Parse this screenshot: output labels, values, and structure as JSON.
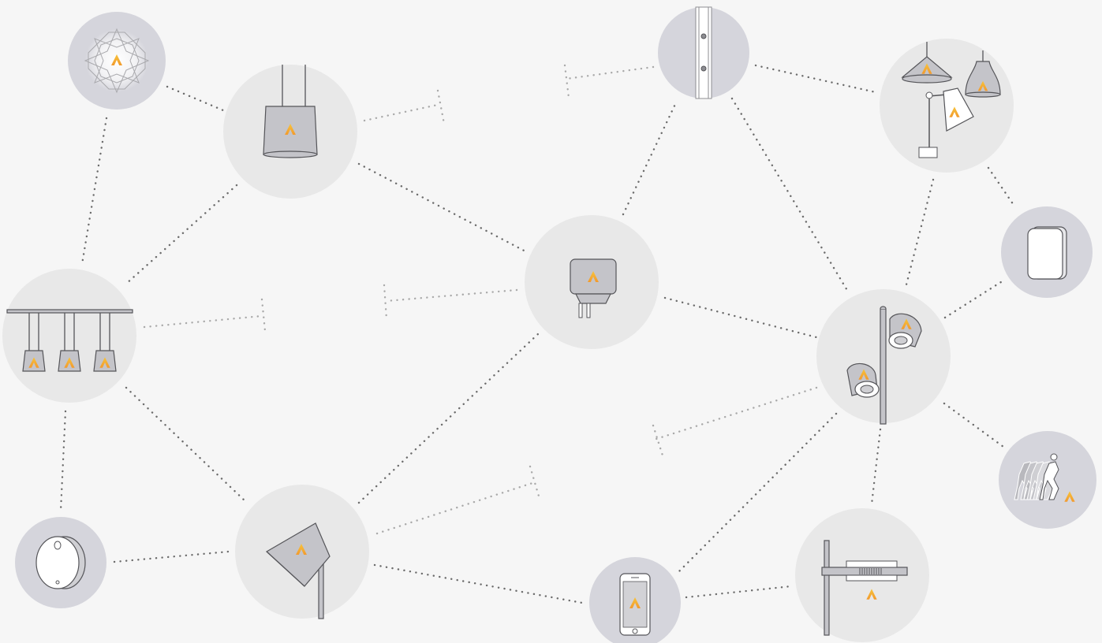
{
  "diagram": {
    "colors": {
      "background": "#f6f6f6",
      "node_light": "#e8e8e8",
      "node_dark": "#d5d5dc",
      "line_solid": "#6b6b6b",
      "line_faint": "#a9a9a9",
      "device_gray": "#c4c4c9",
      "device_stroke": "#555559",
      "brand_orange": "#f29a2e",
      "brand_yellow": "#f7c33b"
    },
    "nodes": [
      {
        "id": "flower-lamp",
        "icon": "flower-lamp-icon",
        "tone": "dark"
      },
      {
        "id": "pendant-lamp",
        "icon": "pendant-lamp-icon",
        "tone": "light"
      },
      {
        "id": "bar-pendant-lamps",
        "icon": "bar-pendant-lamps-icon",
        "tone": "light"
      },
      {
        "id": "smoke-detector",
        "icon": "smoke-detector-icon",
        "tone": "dark"
      },
      {
        "id": "floor-lamp",
        "icon": "floor-lamp-icon",
        "tone": "light"
      },
      {
        "id": "plug-gateway",
        "icon": "plug-gateway-icon",
        "tone": "light"
      },
      {
        "id": "wall-rail",
        "icon": "wall-rail-icon",
        "tone": "dark"
      },
      {
        "id": "lamp-collection",
        "icon": "lamp-collection-icon",
        "tone": "light"
      },
      {
        "id": "wall-switch",
        "icon": "wall-switch-icon",
        "tone": "dark"
      },
      {
        "id": "spot-lamp",
        "icon": "spot-lamp-icon",
        "tone": "light"
      },
      {
        "id": "motion-sensor",
        "icon": "motion-sensor-icon",
        "tone": "dark"
      },
      {
        "id": "smartphone",
        "icon": "smartphone-icon",
        "tone": "dark"
      },
      {
        "id": "track-light",
        "icon": "track-light-icon",
        "tone": "light"
      }
    ],
    "links": [
      {
        "from": "flower-lamp",
        "to": "pendant-lamp",
        "style": "dotted"
      },
      {
        "from": "flower-lamp",
        "to": "bar-pendant-lamps",
        "style": "dotted"
      },
      {
        "from": "pendant-lamp",
        "to": "bar-pendant-lamps",
        "style": "dotted"
      },
      {
        "from": "pendant-lamp",
        "to": "plug-gateway",
        "style": "dotted"
      },
      {
        "from": "bar-pendant-lamps",
        "to": "smoke-detector",
        "style": "dotted"
      },
      {
        "from": "bar-pendant-lamps",
        "to": "floor-lamp",
        "style": "dotted"
      },
      {
        "from": "smoke-detector",
        "to": "floor-lamp",
        "style": "dotted"
      },
      {
        "from": "floor-lamp",
        "to": "plug-gateway",
        "style": "dotted"
      },
      {
        "from": "floor-lamp",
        "to": "smartphone",
        "style": "dotted"
      },
      {
        "from": "plug-gateway",
        "to": "wall-rail",
        "style": "dotted"
      },
      {
        "from": "plug-gateway",
        "to": "spot-lamp",
        "style": "dotted"
      },
      {
        "from": "wall-rail",
        "to": "lamp-collection",
        "style": "dotted"
      },
      {
        "from": "wall-rail",
        "to": "spot-lamp",
        "style": "dotted"
      },
      {
        "from": "lamp-collection",
        "to": "spot-lamp",
        "style": "dotted"
      },
      {
        "from": "lamp-collection",
        "to": "wall-switch",
        "style": "dotted"
      },
      {
        "from": "spot-lamp",
        "to": "wall-switch",
        "style": "dotted"
      },
      {
        "from": "spot-lamp",
        "to": "motion-sensor",
        "style": "dotted"
      },
      {
        "from": "spot-lamp",
        "to": "track-light",
        "style": "dotted"
      },
      {
        "from": "spot-lamp",
        "to": "smartphone",
        "style": "dotted"
      },
      {
        "from": "smartphone",
        "to": "track-light",
        "style": "dotted"
      }
    ],
    "open_links": [
      {
        "from": "pendant-lamp",
        "style": "faint-dotted-open"
      },
      {
        "from": "bar-pendant-lamps",
        "style": "faint-dotted-open"
      },
      {
        "from": "plug-gateway",
        "style": "faint-dotted-open"
      },
      {
        "from": "wall-rail",
        "style": "faint-dotted-open"
      },
      {
        "from": "floor-lamp",
        "style": "faint-dotted-open"
      },
      {
        "from": "spot-lamp",
        "style": "faint-dotted-open"
      }
    ]
  }
}
